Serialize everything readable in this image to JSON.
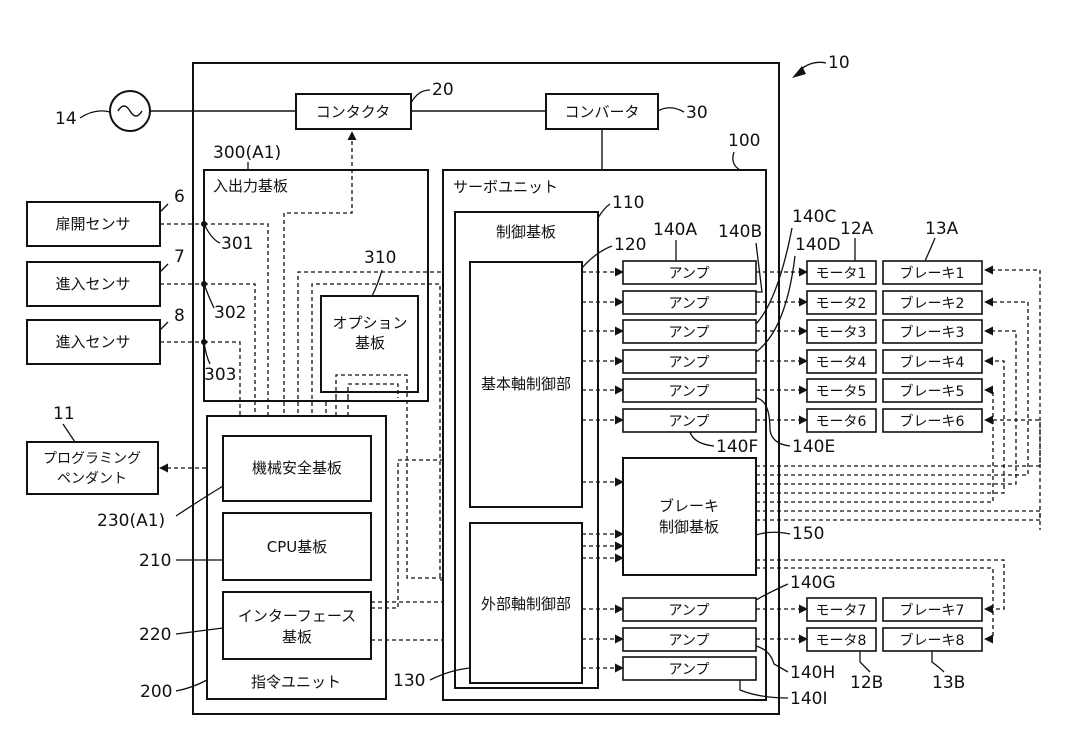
{
  "frame": {
    "num_10": "10"
  },
  "power": {
    "source_num": "14"
  },
  "contactor": {
    "label": "コンタクタ",
    "num": "20"
  },
  "converter": {
    "label": "コンバータ",
    "num": "30"
  },
  "sensors": [
    {
      "label": "扉開センサ",
      "num": "6",
      "junction_num": "301"
    },
    {
      "label": "進入センサ",
      "num": "7",
      "junction_num": "302"
    },
    {
      "label": "進入センサ",
      "num": "8",
      "junction_num": "303"
    }
  ],
  "pendant": {
    "line1": "プログラミング",
    "line2": "ペンダント",
    "num": "11"
  },
  "io_board": {
    "title": "入出力基板",
    "num": "300(A1)"
  },
  "option_board": {
    "line1": "オプション",
    "line2": "基板",
    "num": "310"
  },
  "command_unit": {
    "title": "指令ユニット",
    "num": "200",
    "safety_board": {
      "label": "機械安全基板",
      "num": "230(A1)"
    },
    "cpu_board": {
      "label": "CPU基板",
      "num": "210"
    },
    "interface_board": {
      "line1": "インターフェース",
      "line2": "基板",
      "num": "220"
    }
  },
  "servo_unit": {
    "title": "サーボユニット",
    "num": "100",
    "control_board": {
      "title": "制御基板",
      "num": "110"
    },
    "basic_axis": {
      "label": "基本軸制御部",
      "num": "120"
    },
    "external_axis": {
      "label": "外部軸制御部",
      "num": "130"
    },
    "brake_board": {
      "line1": "ブレーキ",
      "line2": "制御基板",
      "num": "150"
    }
  },
  "amps": [
    {
      "label": "アンプ"
    },
    {
      "label": "アンプ"
    },
    {
      "label": "アンプ"
    },
    {
      "label": "アンプ"
    },
    {
      "label": "アンプ"
    },
    {
      "label": "アンプ"
    },
    {
      "label": "アンプ"
    },
    {
      "label": "アンプ"
    },
    {
      "label": "アンプ"
    }
  ],
  "amp_nums": {
    "a": "140A",
    "b": "140B",
    "c": "140C",
    "d": "140D",
    "e": "140E",
    "f": "140F",
    "g": "140G",
    "h": "140H",
    "i": "140I"
  },
  "motors": [
    {
      "label": "モータ1"
    },
    {
      "label": "モータ2"
    },
    {
      "label": "モータ3"
    },
    {
      "label": "モータ4"
    },
    {
      "label": "モータ5"
    },
    {
      "label": "モータ6"
    },
    {
      "label": "モータ7"
    },
    {
      "label": "モータ8"
    }
  ],
  "brakes": [
    {
      "label": "ブレーキ1"
    },
    {
      "label": "ブレーキ2"
    },
    {
      "label": "ブレーキ3"
    },
    {
      "label": "ブレーキ4"
    },
    {
      "label": "ブレーキ5"
    },
    {
      "label": "ブレーキ6"
    },
    {
      "label": "ブレーキ7"
    },
    {
      "label": "ブレーキ8"
    }
  ],
  "group_nums": {
    "motors_a": "12A",
    "brakes_a": "13A",
    "motors_b": "12B",
    "brakes_b": "13B"
  }
}
